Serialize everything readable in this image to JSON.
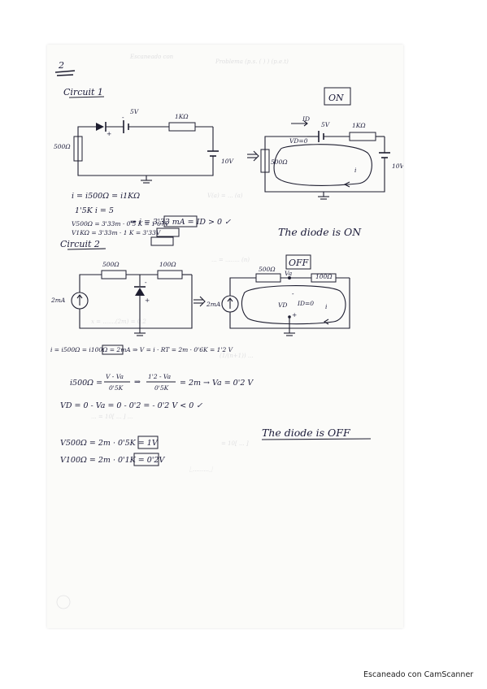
{
  "page": {
    "number": "2",
    "circuit1_heading": "Circuit 1",
    "circuit2_heading": "Circuit 2",
    "on_box": "ON",
    "off_box": "OFF"
  },
  "circuit1": {
    "v5": "5V",
    "r1k": "1KΩ",
    "r500": "500Ω",
    "v10": "10V",
    "id": "ID",
    "vd": "VD=0",
    "plus": "+",
    "minus": "-",
    "i": "i"
  },
  "circuit2": {
    "r500": "500Ω",
    "r100": "100Ω",
    "src": "2mA",
    "va": "Va",
    "vd": "VD",
    "id": "ID=0",
    "plus": "+",
    "minus": "-",
    "i": "i"
  },
  "math": {
    "eq1": "i = i500Ω = i1KΩ",
    "eq2a": "1'5K i = 5",
    "eq2b": "⇒  i = 3'33 mA = ID > 0 ✓",
    "eq3": "V500Ω = 3'33m · 0'5 K = 1'67V",
    "eq4": "V1KΩ = 3'33m · 1 K = 3'33V",
    "eq5": "i = i500Ω = i100Ω = 2mA ⇒ V = i · RT = 2m · 0'6K = 1'2 V",
    "eq6_lhs": "i500Ω =",
    "eq6_num": "V - Va",
    "eq6_den": "0'5K",
    "eq6_mid": "⇒",
    "eq6_num2": "1'2 - Va",
    "eq6_den2": "0'5K",
    "eq6_rhs": "= 2m → Va = 0'2 V",
    "eq7": "VD = 0 - Va = 0 - 0'2 = - 0'2 V < 0 ✓",
    "eq8": "V500Ω = 2m · 0'5K = 1V",
    "eq9": "V100Ω = 2m · 0'1K = 0'2V"
  },
  "conclusions": {
    "on": "The diode is ON",
    "off": "The diode is OFF"
  },
  "footer": {
    "scanner": "Escaneado con CamScanner"
  }
}
